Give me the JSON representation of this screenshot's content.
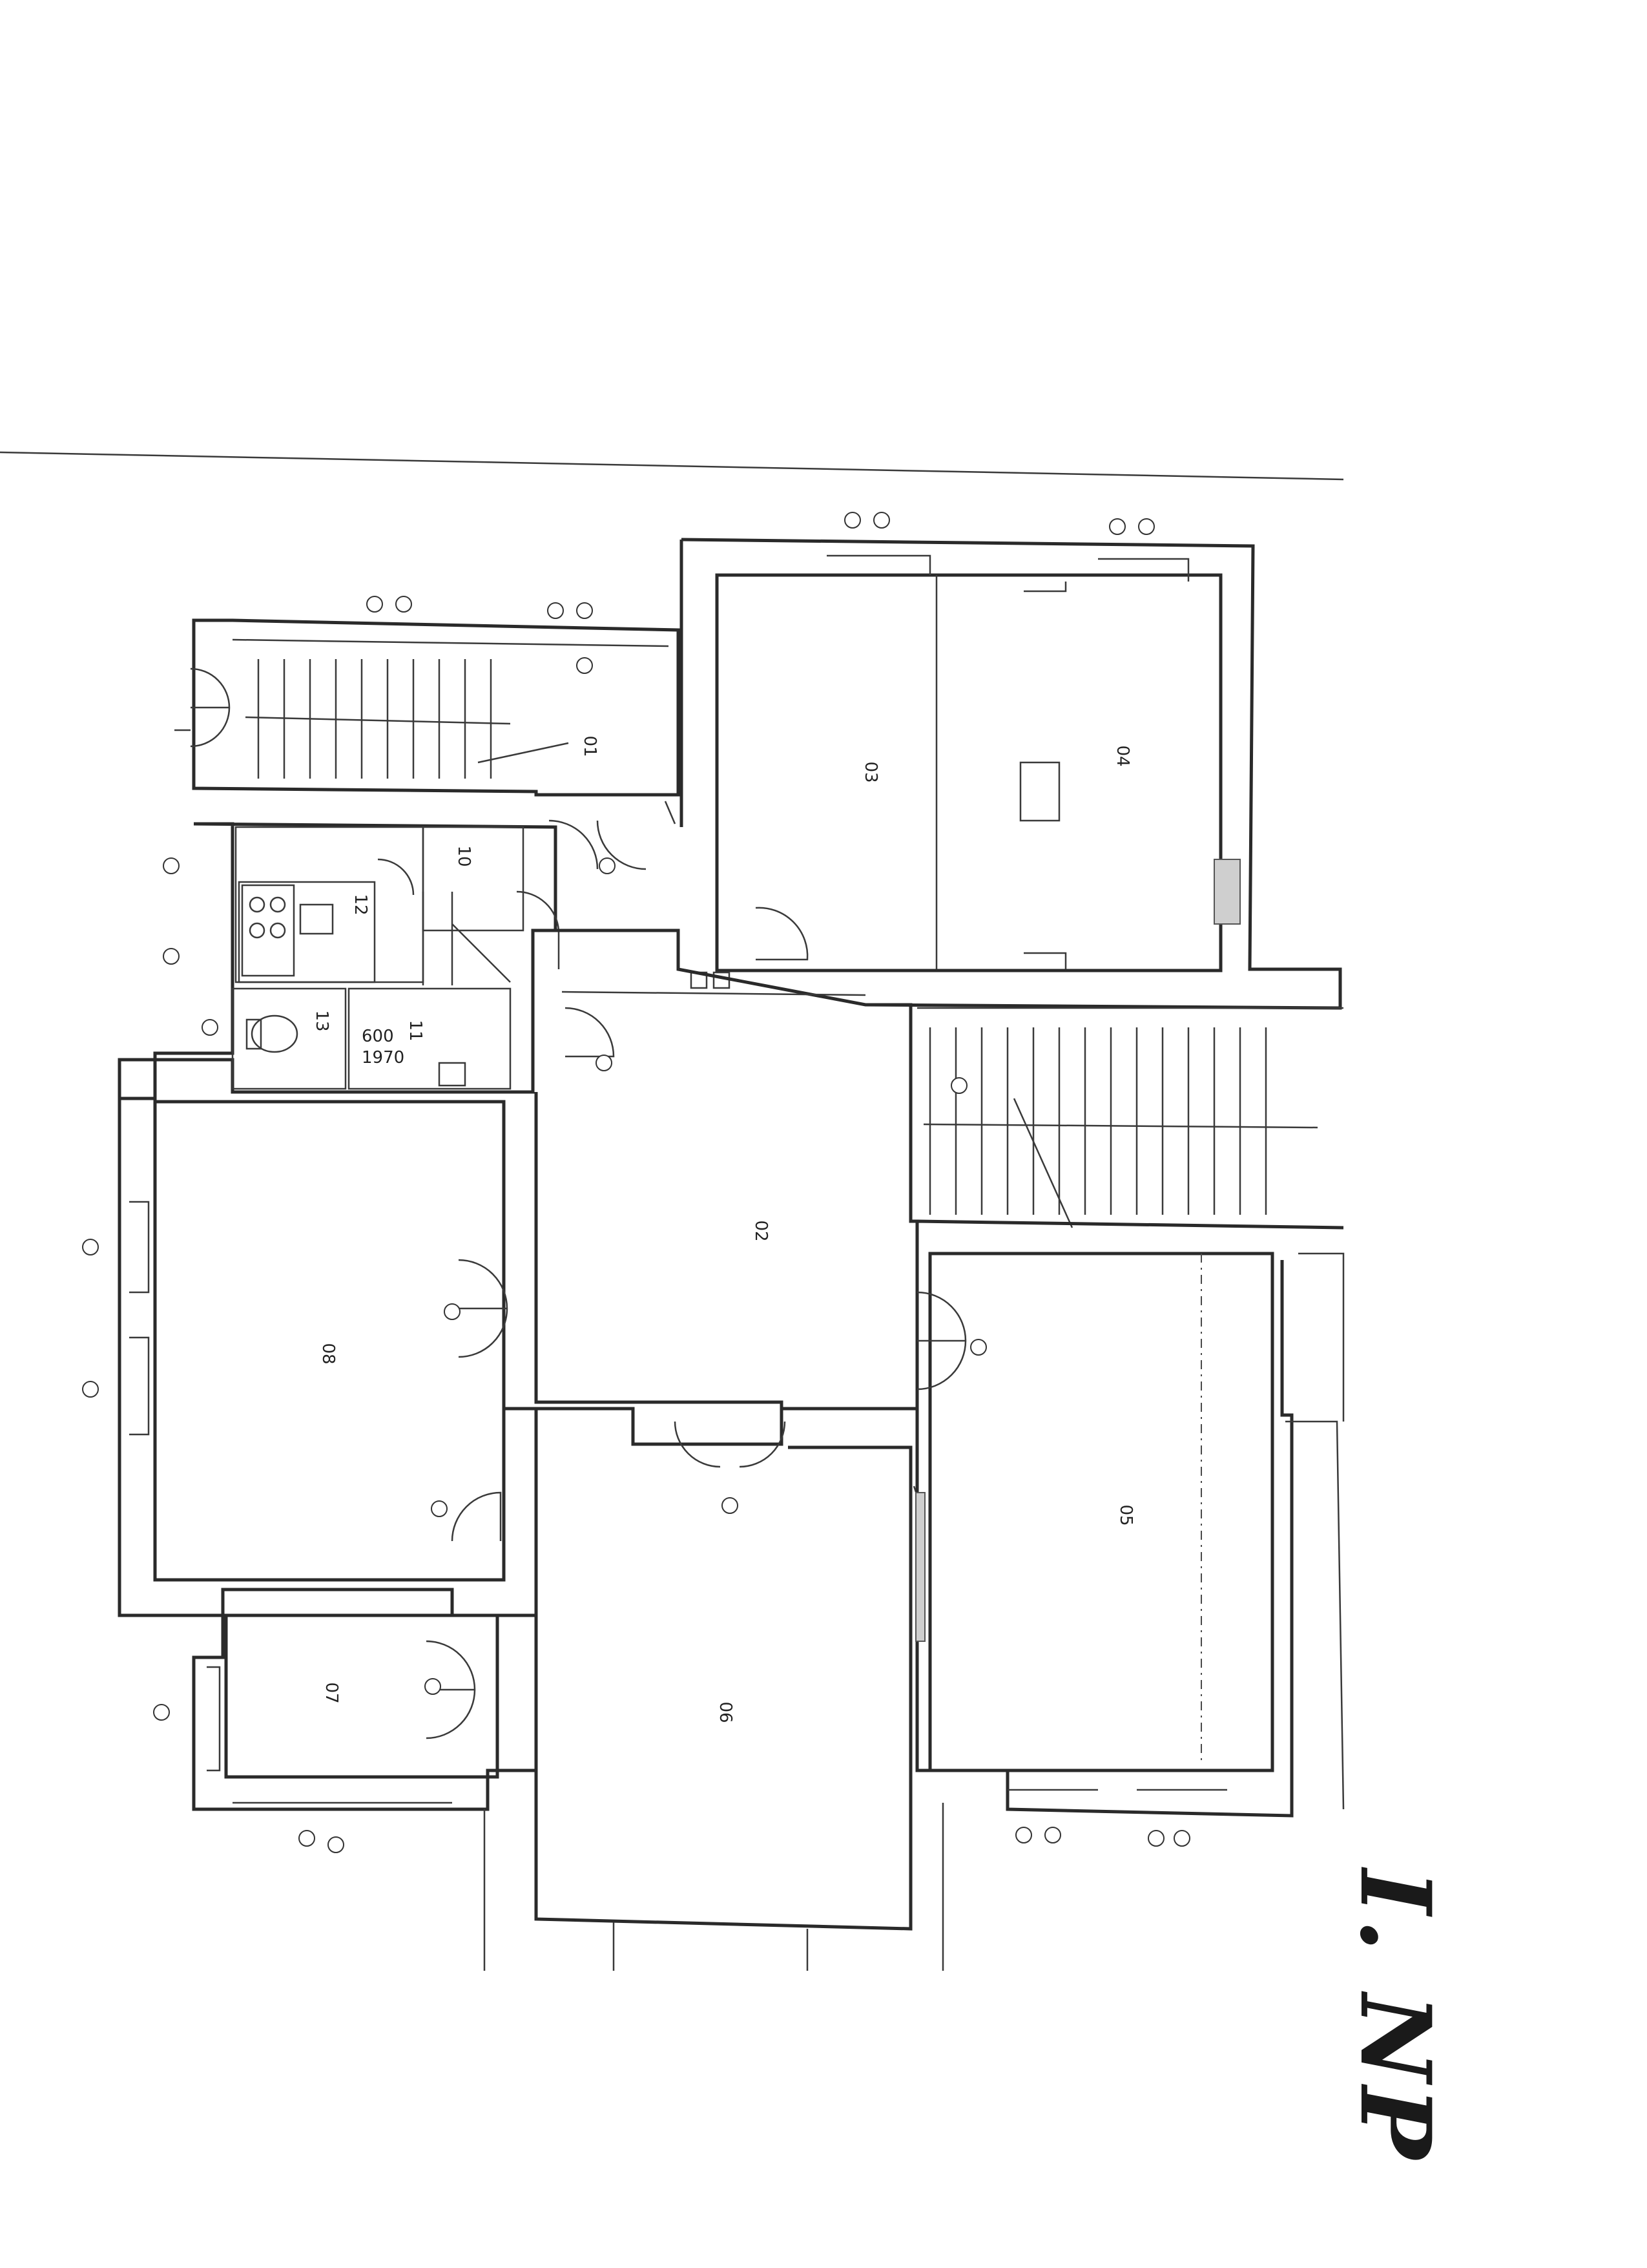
{
  "plan": {
    "floor_label": "I. NP",
    "rooms": [
      {
        "id": "r01",
        "label": "01"
      },
      {
        "id": "r02",
        "label": "02"
      },
      {
        "id": "r03",
        "label": "03"
      },
      {
        "id": "r04",
        "label": "04"
      },
      {
        "id": "r05",
        "label": "05"
      },
      {
        "id": "r06",
        "label": "06"
      },
      {
        "id": "r07",
        "label": "07"
      },
      {
        "id": "r08",
        "label": "08"
      },
      {
        "id": "r10",
        "label": "10"
      },
      {
        "id": "r11",
        "label": "11"
      },
      {
        "id": "r12",
        "label": "12"
      },
      {
        "id": "r13",
        "label": "13"
      }
    ],
    "notes": {
      "wc_dim_top": "600",
      "wc_dim_bottom": "1970"
    }
  }
}
